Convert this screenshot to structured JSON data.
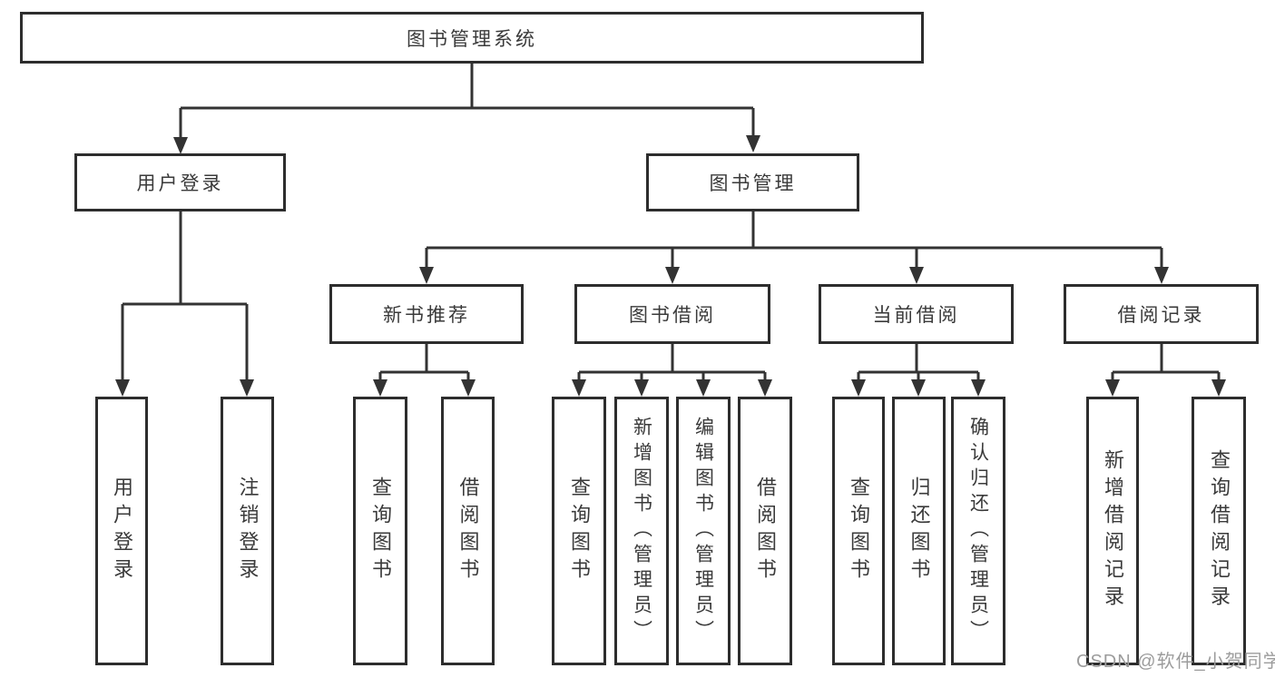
{
  "colors": {
    "line": "#333333",
    "box_border": "#2d2d2d",
    "box_fill": "#ffffff",
    "text": "#3a3a3a",
    "watermark": "#9c9c9c",
    "background": "#ffffff"
  },
  "tree": {
    "label": "图书管理系统",
    "children": [
      {
        "label": "用户登录",
        "children": [
          {
            "label": "用户登录"
          },
          {
            "label": "注销登录"
          }
        ]
      },
      {
        "label": "图书管理",
        "children": [
          {
            "label": "新书推荐",
            "children": [
              {
                "label": "查询图书"
              },
              {
                "label": "借阅图书"
              }
            ]
          },
          {
            "label": "图书借阅",
            "children": [
              {
                "label": "查询图书"
              },
              {
                "label": "新增图书（管理员）"
              },
              {
                "label": "编辑图书（管理员）"
              },
              {
                "label": "借阅图书"
              }
            ]
          },
          {
            "label": "当前借阅",
            "children": [
              {
                "label": "查询图书"
              },
              {
                "label": "归还图书"
              },
              {
                "label": "确认归还（管理员）"
              }
            ]
          },
          {
            "label": "借阅记录",
            "children": [
              {
                "label": "新增借阅记录"
              },
              {
                "label": "查询借阅记录"
              }
            ]
          }
        ]
      }
    ]
  },
  "watermark": {
    "text": "CSDN @软件_小贺同学"
  }
}
